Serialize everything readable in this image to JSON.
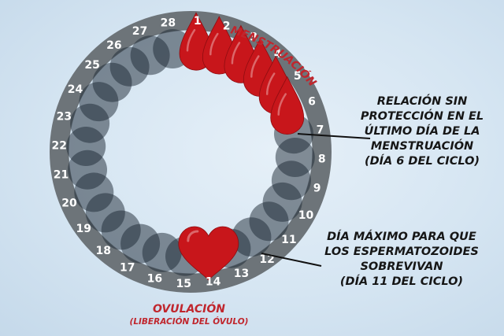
{
  "days": [
    "1",
    "2",
    "3",
    "4",
    "5",
    "6",
    "7",
    "8",
    "9",
    "10",
    "11",
    "12",
    "13",
    "14",
    "15",
    "16",
    "17",
    "18",
    "19",
    "20",
    "21",
    "22",
    "23",
    "24",
    "25",
    "26",
    "27",
    "28"
  ],
  "labels": {
    "menstruation": "MENSTRUACIÓN",
    "ovulation": "OVULACIÓN",
    "ovulation_sub": "(LIBERACIÓN DEL ÓVULO)"
  },
  "callouts": {
    "day6": "RELACIÓN SIN\nPROTECCIÓN EN EL\nÚLTIMO DÍA DE LA\nMENSTRUACIÓN\n(DÍA 6 DEL CICLO)",
    "day11": "DÍA MÁXIMO PARA QUE\nLOS ESPERMATOZOIDES\nSOBREVIVAN\n(DÍA 11 DEL CICLO)"
  },
  "colors": {
    "ring": "#6d7479",
    "blood": "#c8161b",
    "heart": "#c8161b",
    "day_circle": "#1b2733",
    "callout_text": "#161616",
    "label_text": "#c0262d"
  }
}
